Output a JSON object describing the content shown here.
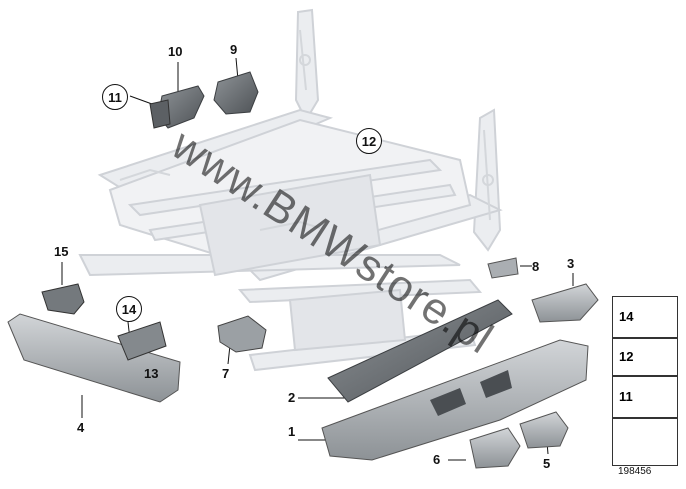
{
  "callouts": {
    "c1": "1",
    "c2": "2",
    "c3": "3",
    "c4": "4",
    "c5": "5",
    "c6": "6",
    "c7": "7",
    "c8": "8",
    "c9": "9",
    "c10": "10",
    "c11": "11",
    "c12": "12",
    "c13": "13",
    "c14": "14",
    "c15": "15"
  },
  "legend": {
    "item14": "14",
    "item12": "12",
    "item11": "11"
  },
  "doc_number": "198456",
  "watermark": "www.BMWstore.pl",
  "colors": {
    "part_fill": "#b8bcc0",
    "part_dark": "#6f7478",
    "frame_fill": "#e9ebef",
    "frame_line": "#c9ccd2"
  }
}
